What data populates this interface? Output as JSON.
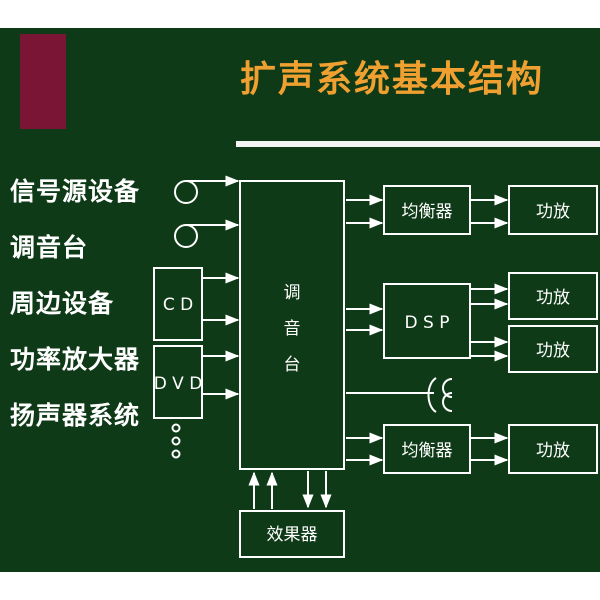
{
  "slide": {
    "title": "扩声系统基本结构",
    "left_list": [
      "信号源设备",
      "调音台",
      "周边设备",
      "功率放大器",
      "扬声器系统"
    ]
  },
  "diagram": {
    "cd_label": "C D",
    "dvd_label": "D V D",
    "mixer_label": [
      "调",
      "音",
      "台"
    ],
    "eq_top_label": "均衡器",
    "eq_bottom_label": "均衡器",
    "dsp_label": "D S P",
    "effects_label": "效果器",
    "amp_labels": [
      "功放",
      "功放",
      "功放",
      "功放"
    ]
  },
  "colors": {
    "background": "#0f3a17",
    "title": "#f0a030",
    "accent": "#7a1535",
    "line": "#ffffff"
  }
}
